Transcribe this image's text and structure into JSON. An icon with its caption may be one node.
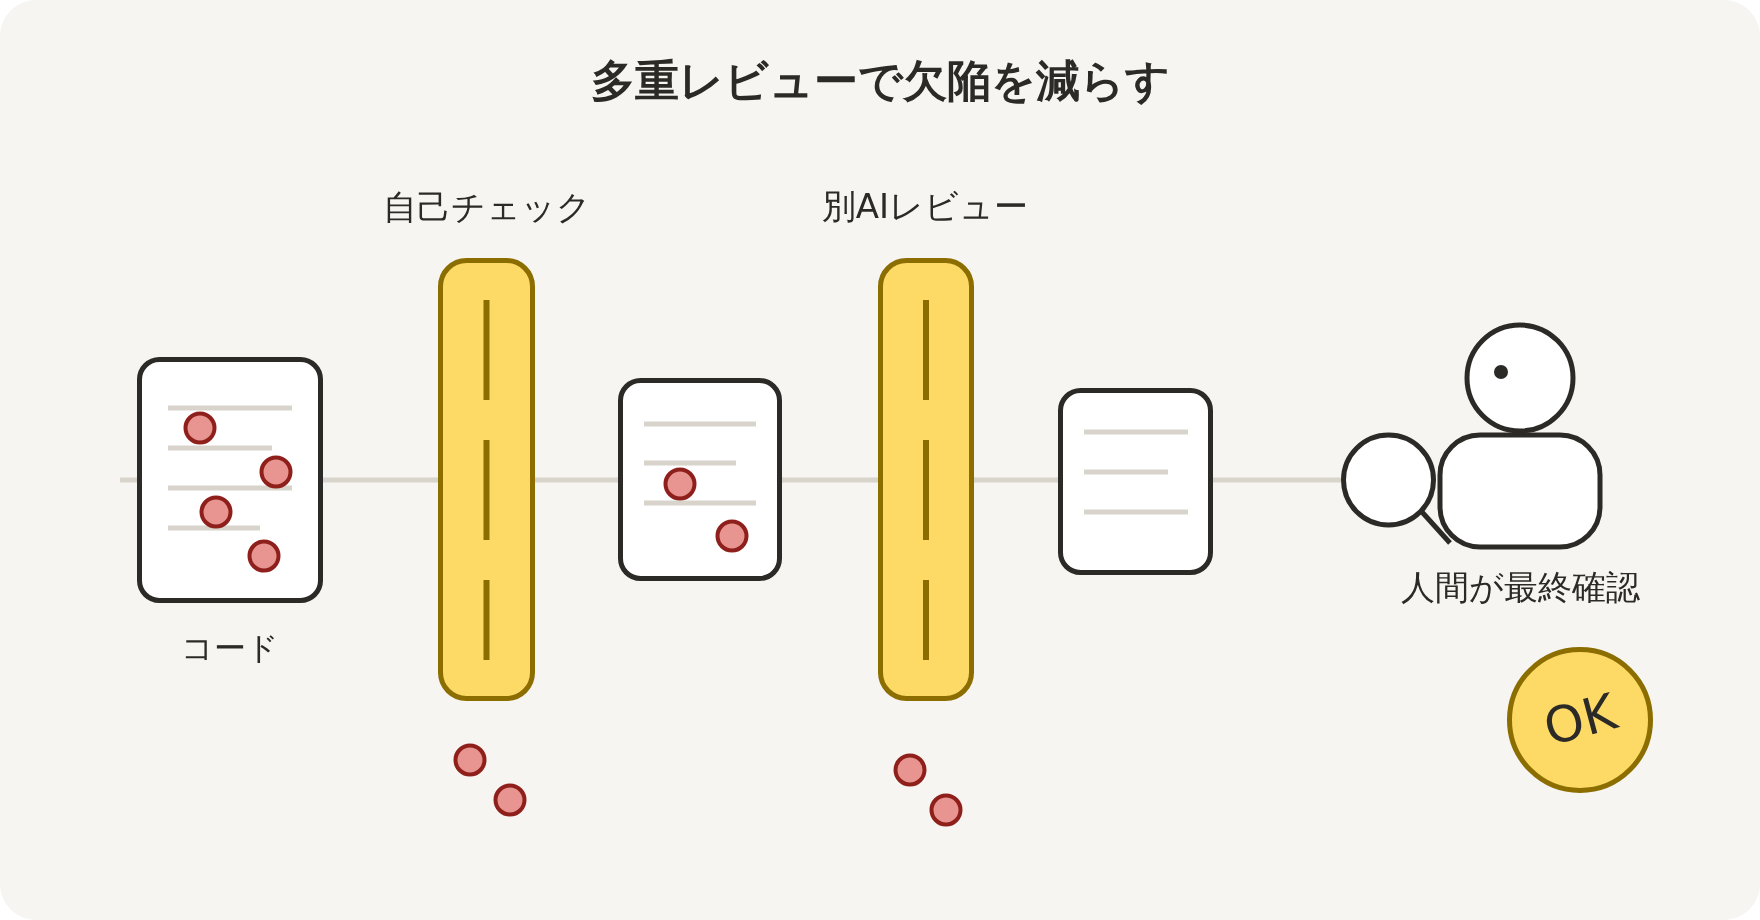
{
  "diagram": {
    "title": "多重レビューで欠陥を減らす",
    "nodes": [
      {
        "text": [
          "コード"
        ]
      },
      {
        "text": [
          "自己チェック"
        ]
      },
      {
        "text": [],
        "shape": "box"
      },
      {
        "text": [
          "別AIレビュー"
        ]
      },
      {
        "text": [],
        "shape": "box"
      },
      {
        "text": [
          "人間が最終確認"
        ]
      },
      {
        "text": [
          "OK"
        ]
      }
    ],
    "edges": [
      {
        "from": null,
        "to": 0,
        "arrow": "none"
      },
      {
        "from": 0,
        "to": 1,
        "arrow": "none"
      },
      {
        "from": 1,
        "to": 2,
        "arrow": "none"
      },
      {
        "from": 2,
        "to": 3,
        "arrow": "none"
      },
      {
        "from": 3,
        "to": 4,
        "arrow": "none"
      },
      {
        "from": 4,
        "to": 5,
        "arrow": "none"
      }
    ]
  }
}
